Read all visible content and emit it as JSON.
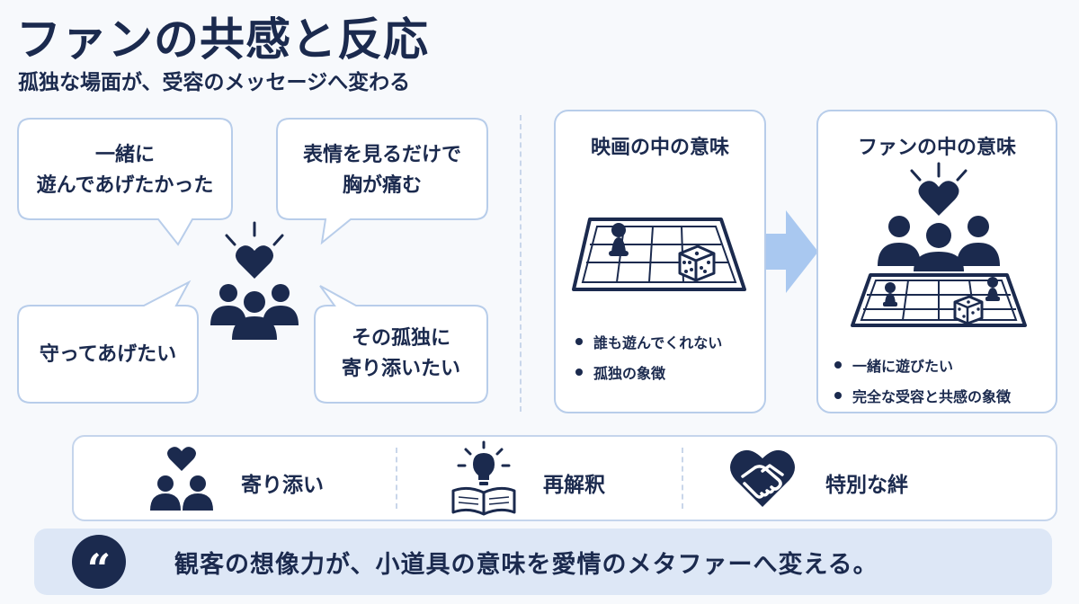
{
  "header": {
    "title": "ファンの共感と反応",
    "subtitle": "孤独な場面が、受容のメッセージへ変わる"
  },
  "bubbles": {
    "top_left": {
      "line1": "一緒に",
      "line2": "遊んであげたかった"
    },
    "top_right": {
      "line1": "表情を見るだけで",
      "line2": "胸が痛む"
    },
    "bottom_left": {
      "line1": "守ってあげたい"
    },
    "bottom_right": {
      "line1": "その孤独に",
      "line2": "寄り添いたい"
    }
  },
  "panels": {
    "movie": {
      "title": "映画の中の意味",
      "bullets": [
        "誰も遊んでくれない",
        "孤独の象徴"
      ]
    },
    "fan": {
      "title": "ファンの中の意味",
      "bullets": [
        "一緒に遊びたい",
        "完全な受容と共感の象徴"
      ]
    }
  },
  "bar": {
    "items": [
      {
        "label": "寄り添い",
        "icon": "people-heart-icon"
      },
      {
        "label": "再解釈",
        "icon": "book-lightbulb-icon"
      },
      {
        "label": "特別な絆",
        "icon": "heart-handshake-icon"
      }
    ]
  },
  "quote": {
    "mark": "“",
    "text": "観客の想像力が、小道具の意味を愛情のメタファーへ変える。"
  },
  "colors": {
    "navy": "#1b2a4e",
    "panel_border": "#b8cdea",
    "arrow": "#a9c8f0",
    "quote_bg": "#dde7f6"
  }
}
